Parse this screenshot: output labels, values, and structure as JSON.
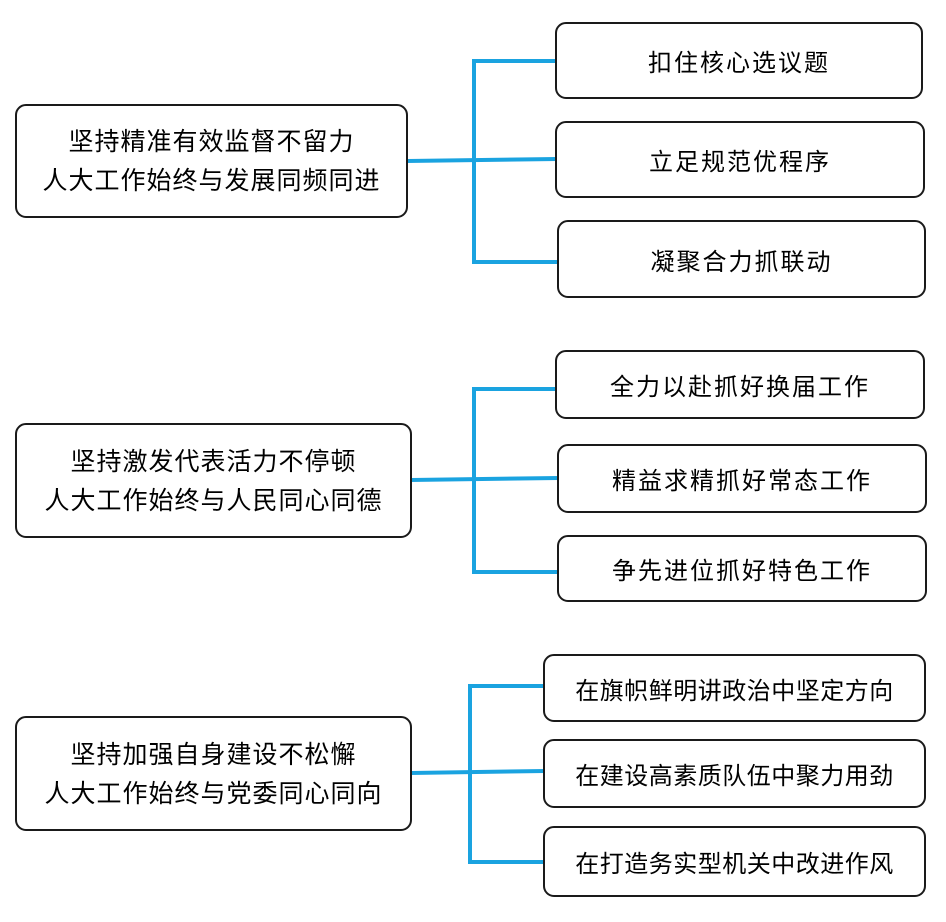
{
  "groups": [
    {
      "main": {
        "line1": "坚持精准有效监督不留力",
        "line2": "人大工作始终与发展同频同进"
      },
      "items": [
        "扣住核心选议题",
        "立足规范优程序",
        "凝聚合力抓联动"
      ]
    },
    {
      "main": {
        "line1": "坚持激发代表活力不停顿",
        "line2": "人大工作始终与人民同心同德"
      },
      "items": [
        "全力以赴抓好换届工作",
        "精益求精抓好常态工作",
        "争先进位抓好特色工作"
      ]
    },
    {
      "main": {
        "line1": "坚持加强自身建设不松懈",
        "line2": "人大工作始终与党委同心同向"
      },
      "items": [
        "在旗帜鲜明讲政治中坚定方向",
        "在建设高素质队伍中聚力用劲",
        "在打造务实型机关中改进作风"
      ]
    }
  ],
  "colors": {
    "connector": "#1AA3E0",
    "border": "#1A1A1A",
    "background": "#FFFFFF"
  }
}
